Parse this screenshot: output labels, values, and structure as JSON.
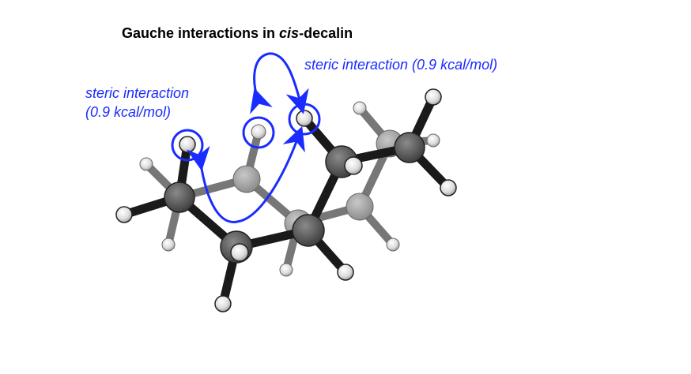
{
  "title": {
    "prefix": "Gauche interactions in ",
    "italic": "cis",
    "suffix": "-decalin"
  },
  "labels": {
    "right": "steric interaction (0.9 kcal/mol)",
    "left_line1": "steric interaction",
    "left_line2": "(0.9 kcal/mol)"
  },
  "colors": {
    "annotation": "#1a2cff",
    "front_bond": "#1a1a1a",
    "back_bond": "#777777"
  }
}
